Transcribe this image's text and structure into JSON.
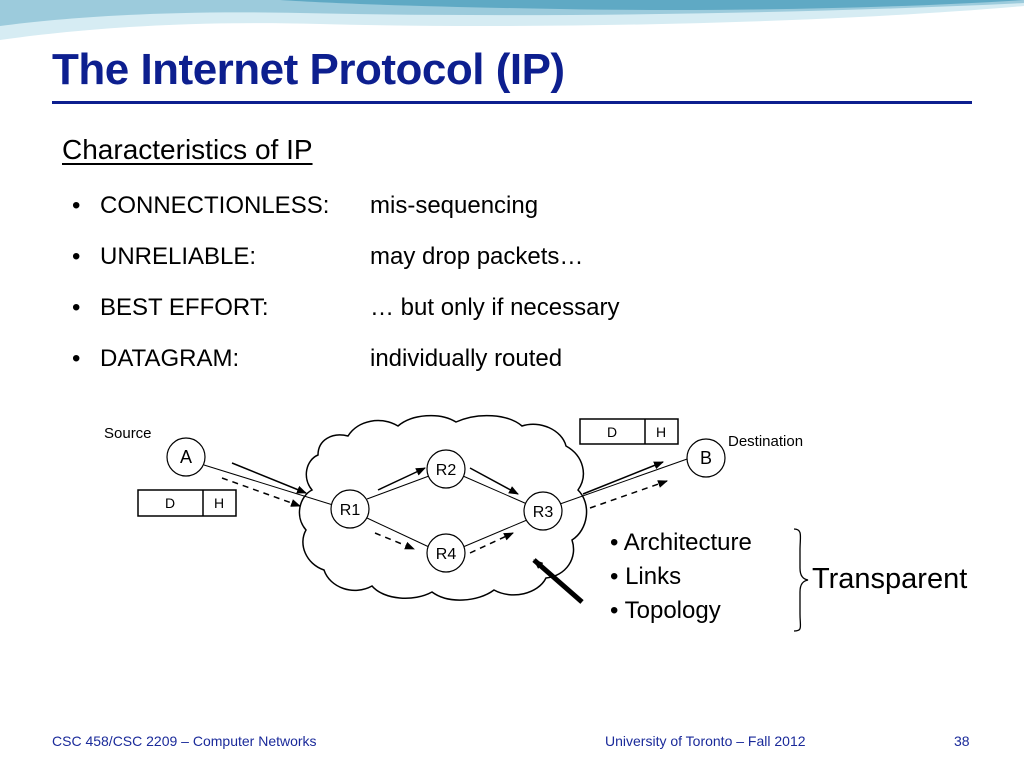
{
  "slide": {
    "title": "The Internet Protocol (IP)",
    "subtitle": "Characteristics of IP"
  },
  "bullets": [
    {
      "term": "CONNECTIONLESS:",
      "desc": "mis-sequencing"
    },
    {
      "term": "UNRELIABLE:",
      "desc": "may drop packets…"
    },
    {
      "term": "BEST EFFORT:",
      "desc": "… but only if necessary"
    },
    {
      "term": "DATAGRAM:",
      "desc": "individually routed"
    }
  ],
  "diagram": {
    "source_label": "Source",
    "destination_label": "Destination",
    "nodes": {
      "a": "A",
      "b": "B",
      "r1": "R1",
      "r2": "R2",
      "r3": "R3",
      "r4": "R4"
    },
    "packet_left": {
      "data": "D",
      "header": "H"
    },
    "packet_right": {
      "data": "D",
      "header": "H"
    }
  },
  "hidden_list": [
    "Architecture",
    "Links",
    "Topology"
  ],
  "hidden_label": "Transparent",
  "footer": {
    "course": "CSC 458/CSC 2209 – Computer Networks",
    "university": "University of Toronto – Fall 2012",
    "page": "38"
  },
  "colors": {
    "title": "#0d1f8f",
    "footer": "#1a2a9a",
    "wave_light": "#d6ecf3",
    "wave_mid": "#9ccbdc",
    "wave_dark": "#5fa9c4"
  }
}
